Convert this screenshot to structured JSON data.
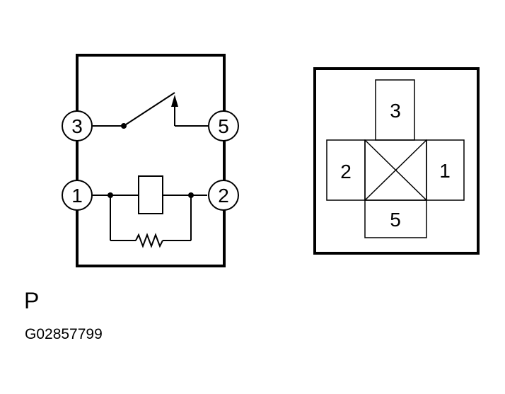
{
  "schematic": {
    "pins": [
      {
        "id": "pin-3",
        "label": "3"
      },
      {
        "id": "pin-5",
        "label": "5"
      },
      {
        "id": "pin-1",
        "label": "1"
      },
      {
        "id": "pin-2",
        "label": "2"
      }
    ]
  },
  "connector": {
    "cells": [
      {
        "id": "top",
        "label": "3"
      },
      {
        "id": "left",
        "label": "2"
      },
      {
        "id": "right",
        "label": "1"
      },
      {
        "id": "bottom",
        "label": "5"
      }
    ]
  },
  "figure": {
    "label": "P",
    "id": "G02857799"
  },
  "colors": {
    "ink": "#000000",
    "background": "#ffffff"
  }
}
